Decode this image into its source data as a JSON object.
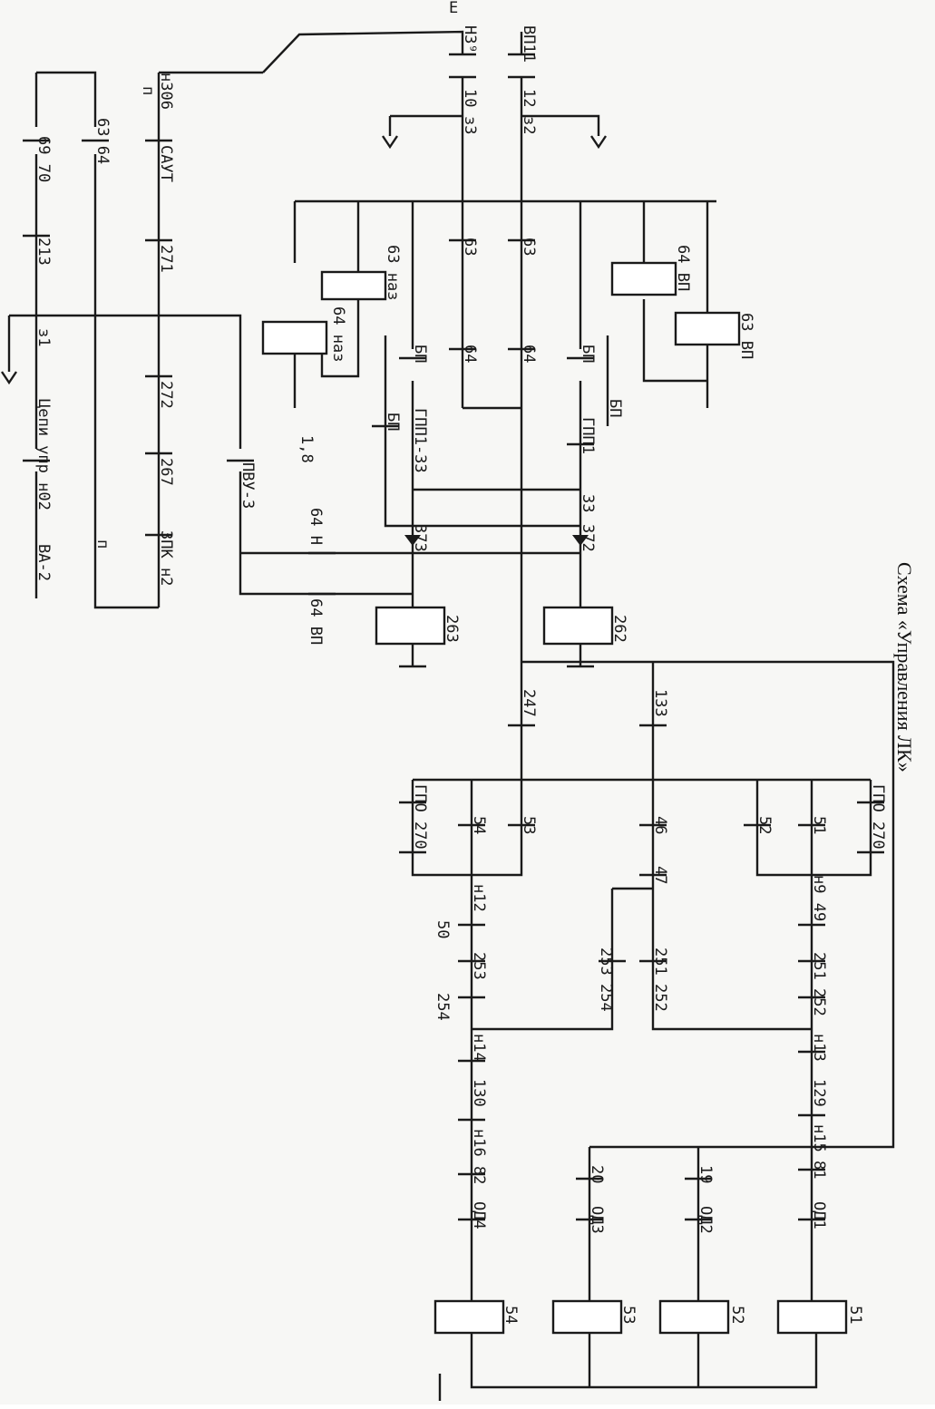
{
  "title": "Схема «Управления ЛК»",
  "labels": {
    "vp11": "ВП11",
    "n3_9": "Н3⁹",
    "n10": "10",
    "z3": "з3",
    "n12": "12",
    "z2": "з2",
    "c63a": "63",
    "c63b": "63",
    "c64a": "64",
    "c64b": "64",
    "bp_a": "БП",
    "bp_b": "БП",
    "bp_c": "БП",
    "bp_d": "БП",
    "gpp_a": "ГПП1-33",
    "gpp_b": "ГПП1",
    "c33": "33",
    "d373": "373",
    "d372": "372",
    "coil_63naz": "63 наз",
    "coil_64naz": "64 наз",
    "coil_64vp": "64 ВП",
    "coil_63vp": "63 ВП",
    "coil_263": "263",
    "coil_262": "262",
    "c64h": "64 Н",
    "c64vp_bottom": "64 ВП",
    "n306": "н306",
    "p_top": "п",
    "saut": "САУТ",
    "c271": "271",
    "c272": "272",
    "c267": "267",
    "zpk": "ЗПК н2",
    "pvu": "ПВУ-3",
    "n1_8": "1,8",
    "c63_64": "63 64",
    "c69_70": "69 70",
    "c213": "213",
    "z1": "з1",
    "cepi": "Цепи упр н02",
    "va2": "ВА-2",
    "p_bottom": "п",
    "c247": "247",
    "c133": "133",
    "c53": "53",
    "c54": "54",
    "gpo_l": "ГПО 270",
    "c46": "46",
    "c47": "47",
    "c52": "52",
    "c51": "51",
    "gpo_r": "ГПО 270",
    "n12b": "н12",
    "c50": "50",
    "c253a": "253",
    "c254a": "254",
    "c253b": "253",
    "c254b": "254",
    "c251a": "251",
    "c252a": "252",
    "n9_49": "н9 49",
    "c251b": "251",
    "c252b": "252",
    "n14": "н14",
    "c130": "130",
    "n16_82": "н16 82",
    "n13": "н13",
    "c129": "129",
    "n15": "н15",
    "c20": "20",
    "od3": "ОД3",
    "c19": "19",
    "od2": "ОД2",
    "c81": "81",
    "od1": "ОД1",
    "od4": "ОД4",
    "coil_54": "54",
    "coil_53": "53",
    "coil_52": "52",
    "coil_51": "51",
    "top_e": "E"
  }
}
